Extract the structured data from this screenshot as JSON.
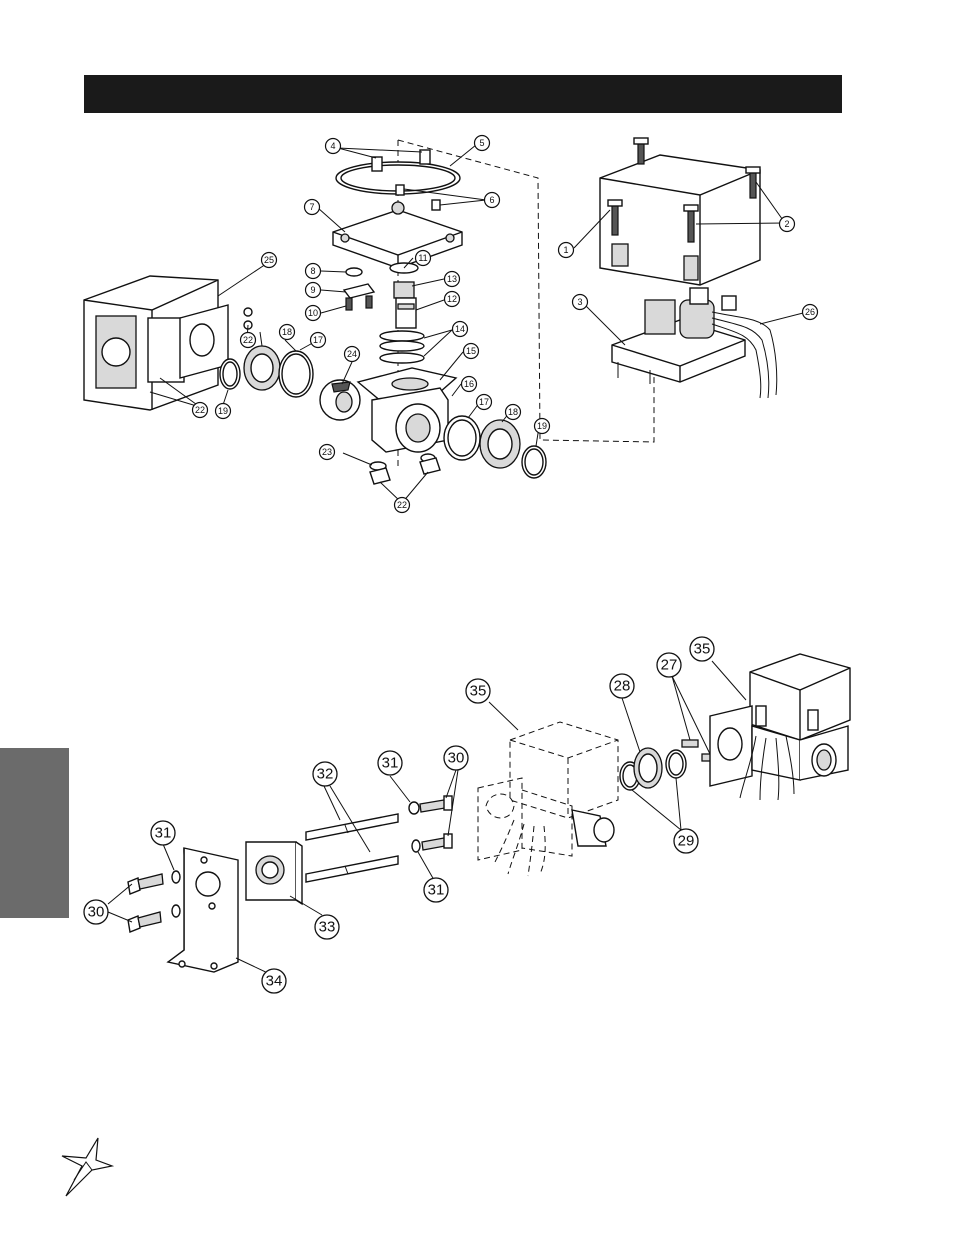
{
  "header": {
    "title": ""
  },
  "side_tab": {
    "label": ""
  },
  "top_diagram": {
    "callouts": [
      "1",
      "2",
      "3",
      "4",
      "5",
      "6",
      "7",
      "8",
      "9",
      "10",
      "11",
      "12",
      "13",
      "14",
      "15",
      "16",
      "17",
      "17",
      "18",
      "18",
      "19",
      "19",
      "22",
      "22",
      "22",
      "23",
      "24",
      "25",
      "26"
    ]
  },
  "bottom_diagram": {
    "callouts": [
      "27",
      "28",
      "29",
      "30",
      "30",
      "31",
      "31",
      "31",
      "32",
      "33",
      "34",
      "35",
      "35"
    ]
  },
  "footer": {
    "logo_icon": "star-logo-icon"
  }
}
